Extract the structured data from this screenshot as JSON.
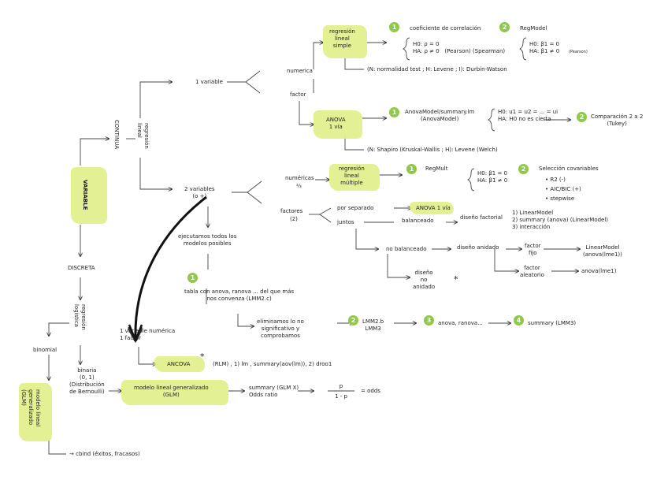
{
  "nodes": {
    "variable": "VARIABLE",
    "continua": "CONTINUA",
    "discreta": "DISCRETA",
    "regresion_lineal": "regresión\nlineal",
    "regresion_logistica": "regresión\nlogística",
    "una_variable": "1 variable",
    "dos_variables": "2 variables\n(o +)",
    "numerica": "numerica",
    "factor": "factor",
    "rls": "regresión\nlineal\nsimple",
    "anova1": "ANOVA\n1 vía",
    "coef_corr": "coeficiente de correlación",
    "regmodel": "RegModel",
    "h_corr": "H0: ρ = 0\nHA: ρ ≠ 0   (Pearson) (Spearman)",
    "h_beta": "H0: β1 = 0\nHA: β1 ≠ 0",
    "reg_extra": "(Pearson)",
    "supuestos_rls": "(N: normalidad test ; H: Levene ; I): Durbin-Watson",
    "anovamodel": "AnovaModel/summary.lm\n(AnovaModel)",
    "h_anova": "H0: u1 = u2 = ... = ui\nHA: H0 no es cierta",
    "comparacion": "Comparación 2 a 2\n(Tukey)",
    "supuestos_anova": "(N: Shapiro (Kruskal-Wallis ; H): Levene (Welch)",
    "numericas": "numéricas",
    "numericas_sub": "⅔",
    "rlm": "regresión\nlineal\nmúltiple",
    "regmult": "RegMult",
    "h_mult": "H0: β1 = 0\nHA: β1 ≠ 0",
    "seleccion": "Selección covariables",
    "sel_items": [
      "R2 (-)",
      "AIC/BIC (+)",
      "stepwise"
    ],
    "factores": "factores",
    "factores_sub": "(2)",
    "por_separado": "por separado",
    "anova1b": "ANOVA 1 vía",
    "juntos": "juntos",
    "balanceado": "balanceado",
    "diseno_factorial": "diseño factorial",
    "factorial_steps": "1) LinearModel\n2) summary (anova) (LinearModel)\n3) interacción",
    "no_balanceado": "no balanceado",
    "diseno_anidado": "diseño anidado",
    "factor_fijo": "factor\nfijo",
    "linearmodel": "LinearModel\n(anova(lme1))",
    "factor_aleatorio": "factor\naleatorio",
    "anova_lme": "anova(lme1)",
    "diseno_no_anidado": "diseño\nno\nanidado",
    "ejecutamos": "ejecutamos todos los\nmodelos posibles",
    "tabla": "tabla con anova, ranova ... del que más\nnos convenza (LMM2.c)",
    "eliminamos": "eliminamos lo no\nsignificativo y\ncomprobamos",
    "lmm2": "LMM2.b\nLMM3",
    "anova_ranova": "anova, ranova...",
    "summary_lmm": "summary (LMM3)",
    "una_num_factor": "1 variable numérica\n1 factor",
    "ancova": "ANCOVA",
    "ancova_note": "(RLM) , 1) lm , summary(aov(lm)), 2) droo1",
    "binomial": "binomial",
    "binaria": "binaria\n(0, 1)\n(Distribución\nde Bernoulli)",
    "glm": "modelo lineal generalizado\n(GLM)",
    "glm_vertical": "modelo lineal\ngeneralizado\n(GLM)",
    "summary_glm": "summary (GLM X)\nOdds ratio",
    "frac_num": "p",
    "frac_den": "1 - p",
    "odds": "= odds",
    "cbind": "→ cbind (éxitos, fracasos)",
    "asterisk": "*"
  },
  "step_numbers": [
    "1",
    "2"
  ],
  "colors": {
    "highlight": "#e2ef8e",
    "badge": "#8fc84a",
    "line": "#333333"
  }
}
